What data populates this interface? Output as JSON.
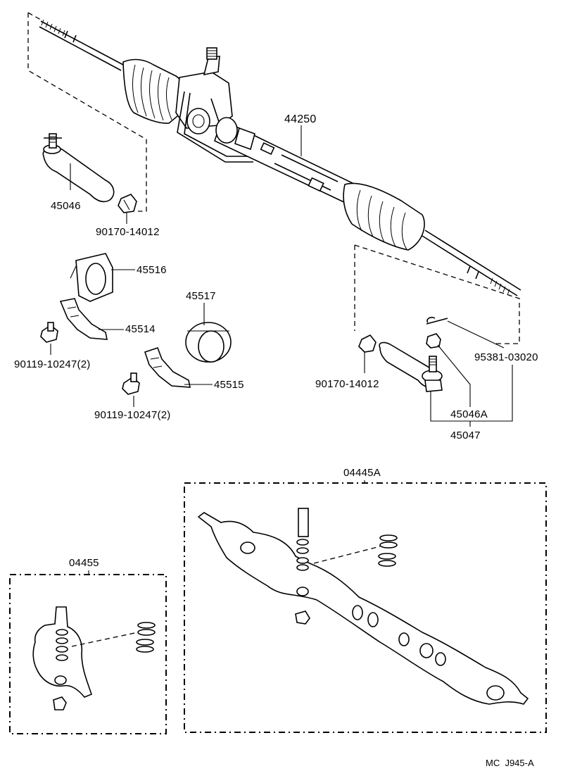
{
  "diagram": {
    "labels": {
      "rack_assy": "44250",
      "tie_rod_end_left": "45046",
      "nut_left": "90170-14012",
      "bracket_bush": "45516",
      "bracket_1": "45514",
      "bolt_1": "90119-10247(2)",
      "grommet": "45517",
      "bracket_2": "45515",
      "bolt_2": "90119-10247(2)",
      "nut_right": "90170-14012",
      "cotter_pin": "95381-03020",
      "tie_rod_end_right_sub": "45046A",
      "tie_rod_end_right": "45047",
      "kit_large": "04445A",
      "kit_small": "04455"
    },
    "reference_code": "MC  J945-A"
  }
}
